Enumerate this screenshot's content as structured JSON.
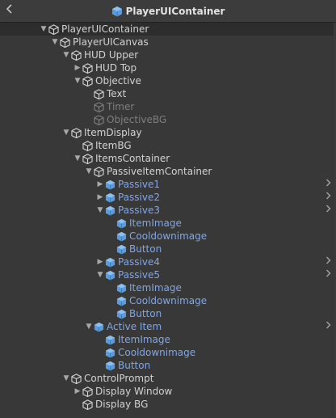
{
  "header": {
    "title": "PlayerUIContainer",
    "back_icon": "chevron-left-icon",
    "title_icon": "prefab-cube-icon"
  },
  "colors": {
    "background": "#383838",
    "header": "#3c3c3c",
    "selected_row": "#2d2d2d",
    "text": "#d2d2d2",
    "prefab_text": "#7ea6e8",
    "inactive_text": "#7e7e7e"
  },
  "tree": [
    {
      "label": "PlayerUIContainer",
      "depth": 0,
      "arrow": "expanded",
      "kind": "normal",
      "chevron": false
    },
    {
      "label": "PlayerUICanvas",
      "depth": 1,
      "arrow": "expanded",
      "kind": "normal",
      "chevron": false
    },
    {
      "label": "HUD Upper",
      "depth": 2,
      "arrow": "expanded",
      "kind": "normal",
      "chevron": false
    },
    {
      "label": "HUD Top",
      "depth": 3,
      "arrow": "collapsed",
      "kind": "normal",
      "chevron": false
    },
    {
      "label": "Objective",
      "depth": 3,
      "arrow": "expanded",
      "kind": "normal",
      "chevron": false
    },
    {
      "label": "Text",
      "depth": 4,
      "arrow": "none",
      "kind": "normal",
      "chevron": false
    },
    {
      "label": "Timer",
      "depth": 4,
      "arrow": "none",
      "kind": "inactive",
      "chevron": false
    },
    {
      "label": "ObjectiveBG",
      "depth": 4,
      "arrow": "none",
      "kind": "inactive",
      "chevron": false
    },
    {
      "label": "ItemDisplay",
      "depth": 2,
      "arrow": "expanded",
      "kind": "normal",
      "chevron": false
    },
    {
      "label": "ItemBG",
      "depth": 3,
      "arrow": "none",
      "kind": "normal",
      "chevron": false
    },
    {
      "label": "ItemsContainer",
      "depth": 3,
      "arrow": "expanded",
      "kind": "normal",
      "chevron": false
    },
    {
      "label": "PassiveItemContainer",
      "depth": 4,
      "arrow": "expanded",
      "kind": "normal",
      "chevron": false
    },
    {
      "label": "Passive1",
      "depth": 5,
      "arrow": "collapsed",
      "kind": "prefab",
      "chevron": true
    },
    {
      "label": "Passive2",
      "depth": 5,
      "arrow": "collapsed",
      "kind": "prefab",
      "chevron": true
    },
    {
      "label": "Passive3",
      "depth": 5,
      "arrow": "expanded",
      "kind": "prefab",
      "chevron": true
    },
    {
      "label": "ItemImage",
      "depth": 6,
      "arrow": "none",
      "kind": "prefab",
      "chevron": false
    },
    {
      "label": "Cooldownimage",
      "depth": 6,
      "arrow": "none",
      "kind": "prefab",
      "chevron": false
    },
    {
      "label": "Button",
      "depth": 6,
      "arrow": "none",
      "kind": "prefab",
      "chevron": false
    },
    {
      "label": "Passive4",
      "depth": 5,
      "arrow": "collapsed",
      "kind": "prefab",
      "chevron": true
    },
    {
      "label": "Passive5",
      "depth": 5,
      "arrow": "expanded",
      "kind": "prefab",
      "chevron": true
    },
    {
      "label": "ItemImage",
      "depth": 6,
      "arrow": "none",
      "kind": "prefab",
      "chevron": false
    },
    {
      "label": "Cooldownimage",
      "depth": 6,
      "arrow": "none",
      "kind": "prefab",
      "chevron": false
    },
    {
      "label": "Button",
      "depth": 6,
      "arrow": "none",
      "kind": "prefab",
      "chevron": false
    },
    {
      "label": "Active Item",
      "depth": 4,
      "arrow": "expanded",
      "kind": "prefab",
      "chevron": true
    },
    {
      "label": "ItemImage",
      "depth": 5,
      "arrow": "none",
      "kind": "prefab",
      "chevron": false
    },
    {
      "label": "Cooldownimage",
      "depth": 5,
      "arrow": "none",
      "kind": "prefab",
      "chevron": false
    },
    {
      "label": "Button",
      "depth": 5,
      "arrow": "none",
      "kind": "prefab",
      "chevron": false
    },
    {
      "label": "ControlPrompt",
      "depth": 2,
      "arrow": "expanded",
      "kind": "normal",
      "chevron": false
    },
    {
      "label": "Display Window",
      "depth": 3,
      "arrow": "collapsed",
      "kind": "normal",
      "chevron": false
    },
    {
      "label": "Display BG",
      "depth": 3,
      "arrow": "none",
      "kind": "normal",
      "chevron": false
    }
  ]
}
